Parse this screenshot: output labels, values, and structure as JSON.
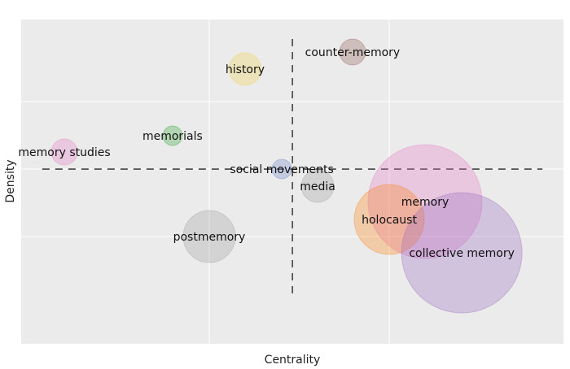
{
  "chart_data": {
    "type": "scatter",
    "subtype": "bubble",
    "title": "",
    "xlabel": "Centrality",
    "ylabel": "Density",
    "xlim": [
      -0.045,
      2.968
    ],
    "ylim": [
      -2.59,
      2.217
    ],
    "grid": true,
    "x_gridlines": [
      1,
      2
    ],
    "y_gridlines": [
      1,
      0,
      -1
    ],
    "tick_labels_shown": false,
    "reference_lines": [
      {
        "orientation": "vertical",
        "x": 1.462,
        "y_range": [
          -1.855,
          1.928
        ],
        "style": "dashed"
      },
      {
        "orientation": "horizontal",
        "y": 0,
        "x_range": [
          0.072,
          2.851
        ],
        "style": "dashed"
      }
    ],
    "points": [
      {
        "label": "counter-memory",
        "x": 1.796,
        "y": 1.735,
        "size": 256,
        "color": "#8c564b"
      },
      {
        "label": "history",
        "x": 1.199,
        "y": 1.482,
        "size": 400,
        "color": "#f2d24a"
      },
      {
        "label": "memorials",
        "x": 0.796,
        "y": 0.494,
        "size": 144,
        "color": "#2ca02c"
      },
      {
        "label": "memory studies",
        "x": 0.195,
        "y": 0.253,
        "size": 256,
        "color": "#e377c2"
      },
      {
        "label": "social movements",
        "x": 1.403,
        "y": 0.0,
        "size": 144,
        "color": "#6a80c8"
      },
      {
        "label": "media",
        "x": 1.602,
        "y": -0.253,
        "size": 400,
        "color": "#9a9a9a"
      },
      {
        "label": "postmemory",
        "x": 1.0,
        "y": -1.0,
        "size": 1024,
        "color": "#9a9a9a"
      },
      {
        "label": "memory",
        "x": 2.199,
        "y": -0.482,
        "size": 4900,
        "color": "#e377c2"
      },
      {
        "label": "holocaust",
        "x": 2.0,
        "y": -0.747,
        "size": 1849,
        "color": "#ff7f0e"
      },
      {
        "label": "collective memory",
        "x": 2.403,
        "y": -1.241,
        "size": 5476,
        "color": "#9467bd"
      }
    ]
  }
}
